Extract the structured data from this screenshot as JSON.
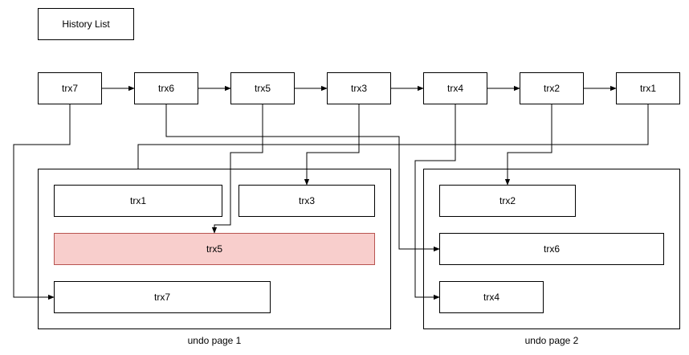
{
  "title": "History List",
  "history_chain": [
    "trx7",
    "trx6",
    "trx5",
    "trx3",
    "trx4",
    "trx2",
    "trx1"
  ],
  "undo_pages": [
    {
      "label": "undo page 1",
      "records": [
        "trx1",
        "trx3",
        "trx5",
        "trx7"
      ]
    },
    {
      "label": "undo page 2",
      "records": [
        "trx2",
        "trx6",
        "trx4"
      ]
    }
  ],
  "colors": {
    "stroke": "#000000",
    "highlight_fill": "#f8cecc",
    "highlight_stroke": "#b85450"
  },
  "highlighted_record": "trx5"
}
